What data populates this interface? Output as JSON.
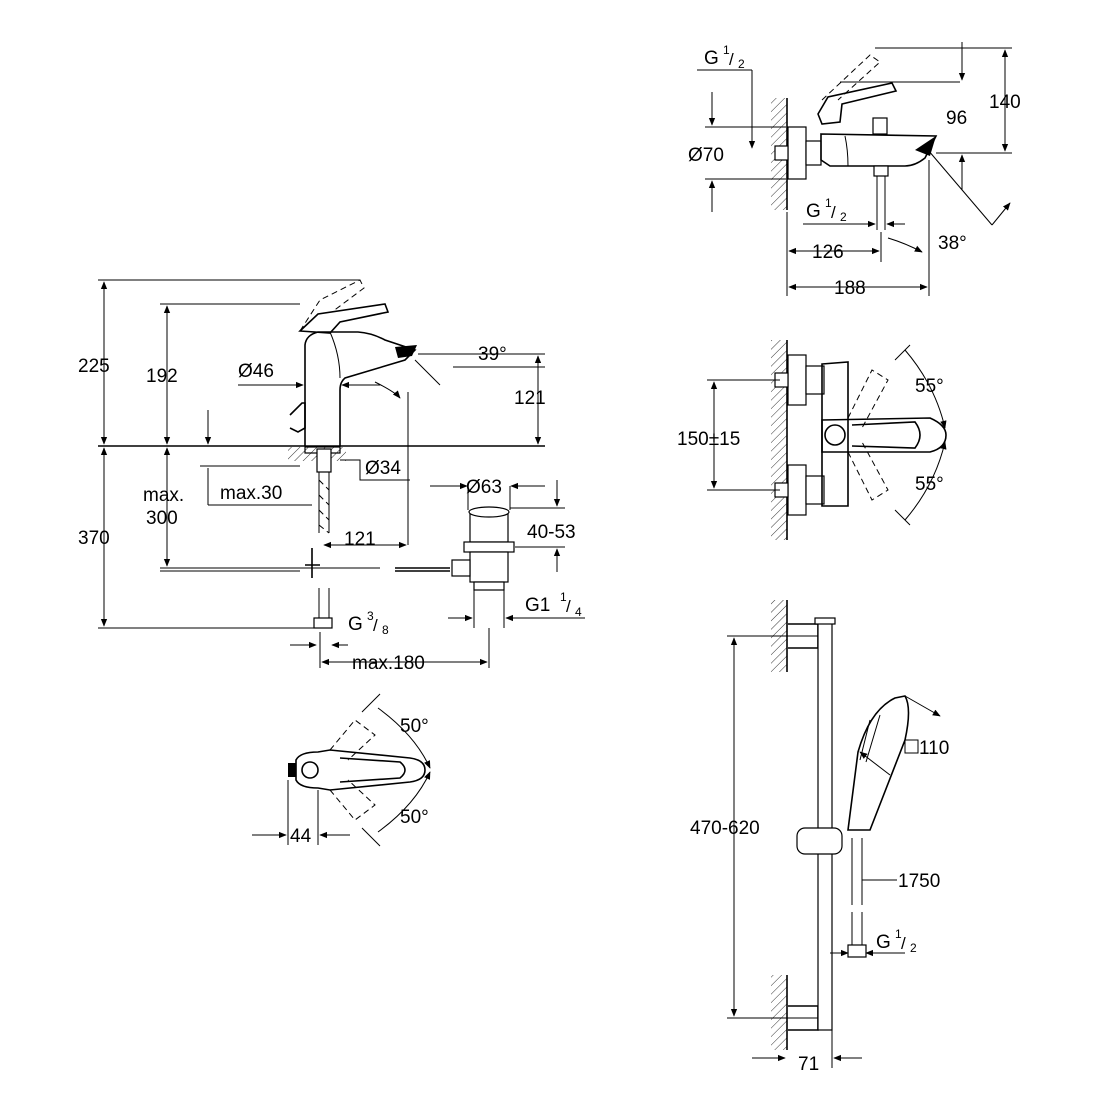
{
  "basin_mixer": {
    "dims": {
      "height_225": "225",
      "height_192": "192",
      "dia_46": "Ø46",
      "angle_39": "39°",
      "spout_121_v": "121",
      "dia_34": "Ø34",
      "max30": "max.30",
      "max300_a": "max.",
      "max300_b": "300",
      "depth_370": "370",
      "reach_121": "121",
      "dia_63": "Ø63",
      "range_40_53": "40-53",
      "g114_main": "G1",
      "g114_num": "1",
      "g114_den": "4",
      "g38_main": "G",
      "g38_num": "3",
      "g38_den": "8",
      "max180": "max.180"
    }
  },
  "basin_top_view": {
    "dims": {
      "angle_top": "50°",
      "angle_bottom": "50°",
      "width_44": "44"
    }
  },
  "bath_mixer_side": {
    "dims": {
      "g12_top_main": "G",
      "g12_top_num": "1",
      "g12_top_den": "2",
      "dia_70": "Ø70",
      "h140": "140",
      "h96": "96",
      "g12_mid_main": "G",
      "g12_mid_num": "1",
      "g12_mid_den": "2",
      "angle_38": "38°",
      "w126": "126",
      "w188": "188"
    }
  },
  "bath_mixer_front": {
    "dims": {
      "centers": "150±15",
      "angle_top": "55°",
      "angle_bottom": "55°"
    }
  },
  "shower_rail": {
    "dims": {
      "range_470_620": "470-620",
      "head_110": "110",
      "hose_1750": "1750",
      "g12_main": "G",
      "g12_num": "1",
      "g12_den": "2",
      "depth_71": "71"
    }
  }
}
